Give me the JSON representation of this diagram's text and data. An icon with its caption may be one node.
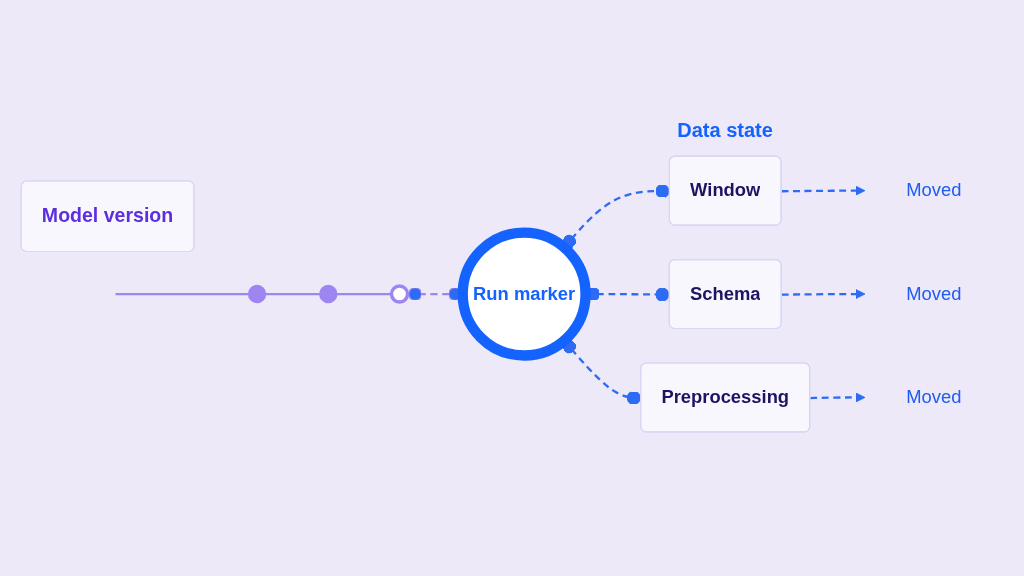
{
  "diagram": {
    "nodes": [
      {
        "text": [
          "Model version"
        ]
      },
      {
        "text": [],
        "shape": "circle"
      },
      {
        "text": [],
        "shape": "circle"
      },
      {
        "text": [],
        "shape": "circle"
      },
      {
        "text": [
          "Run marker"
        ]
      },
      {
        "text": [
          "Window"
        ]
      },
      {
        "text": [
          "Schema"
        ]
      },
      {
        "text": [
          "Preprocessing"
        ]
      },
      {
        "text": [
          "Moved"
        ]
      },
      {
        "text": [
          "Moved"
        ]
      },
      {
        "text": [
          "Moved"
        ]
      }
    ],
    "edges": [
      {
        "from": null,
        "to": 1,
        "arrow": "none",
        "color": "#9d85f2"
      },
      {
        "from": 1,
        "to": 2,
        "arrow": "none",
        "color": "#9d85f2"
      },
      {
        "from": 2,
        "to": 3,
        "arrow": "none",
        "color": "#9d85f2"
      },
      {
        "from": 3,
        "to": 4,
        "arrow": "other",
        "style": "dashed",
        "color": "#9d85f2"
      },
      {
        "from": 4,
        "to": 5,
        "arrow": "other",
        "style": "dashed"
      },
      {
        "from": 4,
        "to": 6,
        "arrow": "other",
        "style": "dashed"
      },
      {
        "from": 4,
        "to": 7,
        "arrow": "other",
        "style": "dashed"
      },
      {
        "from": 5,
        "to": 8,
        "arrow": "to",
        "style": "dashed"
      },
      {
        "from": 6,
        "to": 9,
        "arrow": "to",
        "style": "dashed"
      },
      {
        "from": 7,
        "to": 10,
        "arrow": "to",
        "style": "dashed"
      }
    ],
    "labels": [
      "Data state"
    ]
  }
}
